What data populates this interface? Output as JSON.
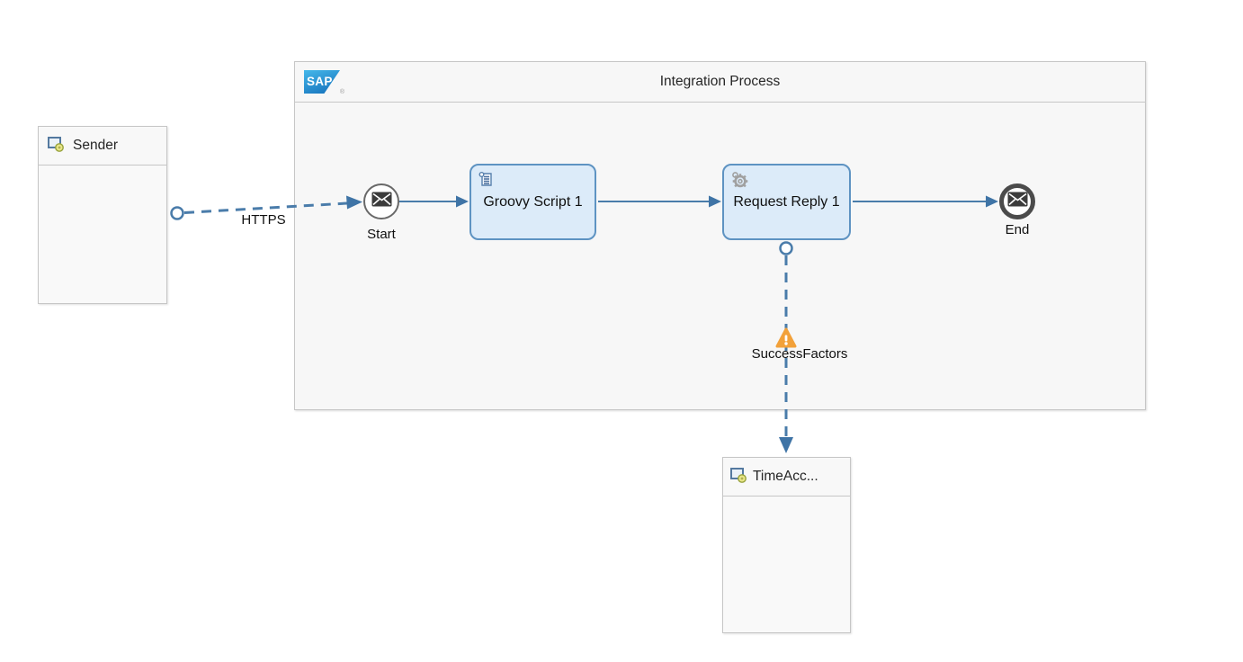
{
  "pool": {
    "title": "Integration Process",
    "logo_text": "SAP",
    "logo_reg": "®"
  },
  "participants": {
    "sender": {
      "label": "Sender"
    },
    "receiver": {
      "label": "TimeAcc..."
    }
  },
  "nodes": {
    "start_event": {
      "label": "Start"
    },
    "groovy_script": {
      "label": "Groovy Script 1"
    },
    "request_reply": {
      "label": "Request Reply 1"
    },
    "end_event": {
      "label": "End"
    }
  },
  "connections": {
    "sender_to_start": {
      "label": "HTTPS",
      "type": "message_flow"
    },
    "request_reply_to_receiver": {
      "label": "SuccessFactors",
      "type": "message_flow",
      "has_warning": true
    }
  },
  "colors": {
    "flow_blue": "#4a7caa",
    "arrow_blue": "#3f74a6",
    "activity_fill": "#dcebf9",
    "activity_border": "#5e93c2",
    "pool_fill": "#f7f7f7",
    "pool_border": "#c6c6c6",
    "warning_orange": "#f2a13a",
    "event_dark": "#3b3b3b"
  }
}
